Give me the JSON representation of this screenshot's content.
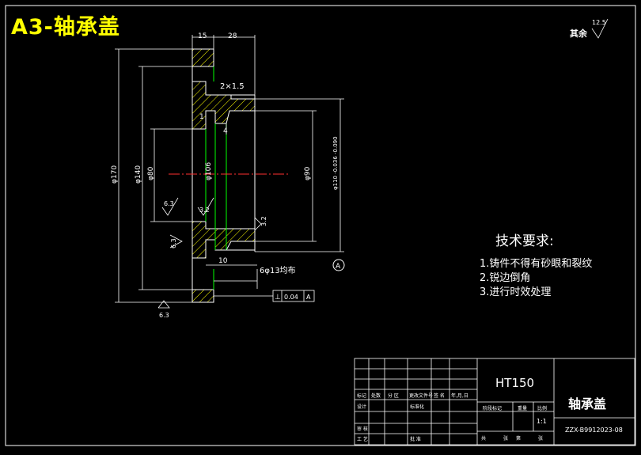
{
  "banner": "A3-轴承盖",
  "surface_default": {
    "label": "其余",
    "roughness": "12.5"
  },
  "dimensions": {
    "w15": "15",
    "w28": "28",
    "chamfer": "2×1.5",
    "d1": "1",
    "d4": "4",
    "d10": "10",
    "phi170": "φ170",
    "phi140": "φ140",
    "phi80": "φ80",
    "phi106": "φ106",
    "phi90": "φ90",
    "phi110": "φ110 -0.036 -0.090",
    "holes": "6φ13均布"
  },
  "roughness_marks": {
    "r1": "6.3",
    "r2": "3.2",
    "r3": "3.2",
    "r4": "6.3",
    "r5": "6.3"
  },
  "datum": "A",
  "tolerance_frame": {
    "symbol": "⊥",
    "value": "0.04",
    "datum": "A"
  },
  "tech": {
    "title": "技术要求:",
    "items": [
      "1.铸件不得有砂眼和裂纹",
      "2.锐边倒角",
      "3.进行时效处理"
    ]
  },
  "title_block": {
    "material": "HT150",
    "part_name": "轴承盖",
    "drawing_no": "ZZX-B9912023-08",
    "scale": "1:1",
    "labels": {
      "mark": "标记",
      "count": "处数",
      "zone": "分 区",
      "doc_no": "更改文件号",
      "sign": "签 名",
      "date": "年,月,日",
      "design": "设计",
      "std": "标准化",
      "review": "审 核",
      "process": "工 艺",
      "approve": "批 准",
      "stage_mark": "阶段标记",
      "weight": "重量",
      "ratio": "比例",
      "sheets_total": "共",
      "sheet": "张",
      "sheet_no": "第"
    }
  }
}
